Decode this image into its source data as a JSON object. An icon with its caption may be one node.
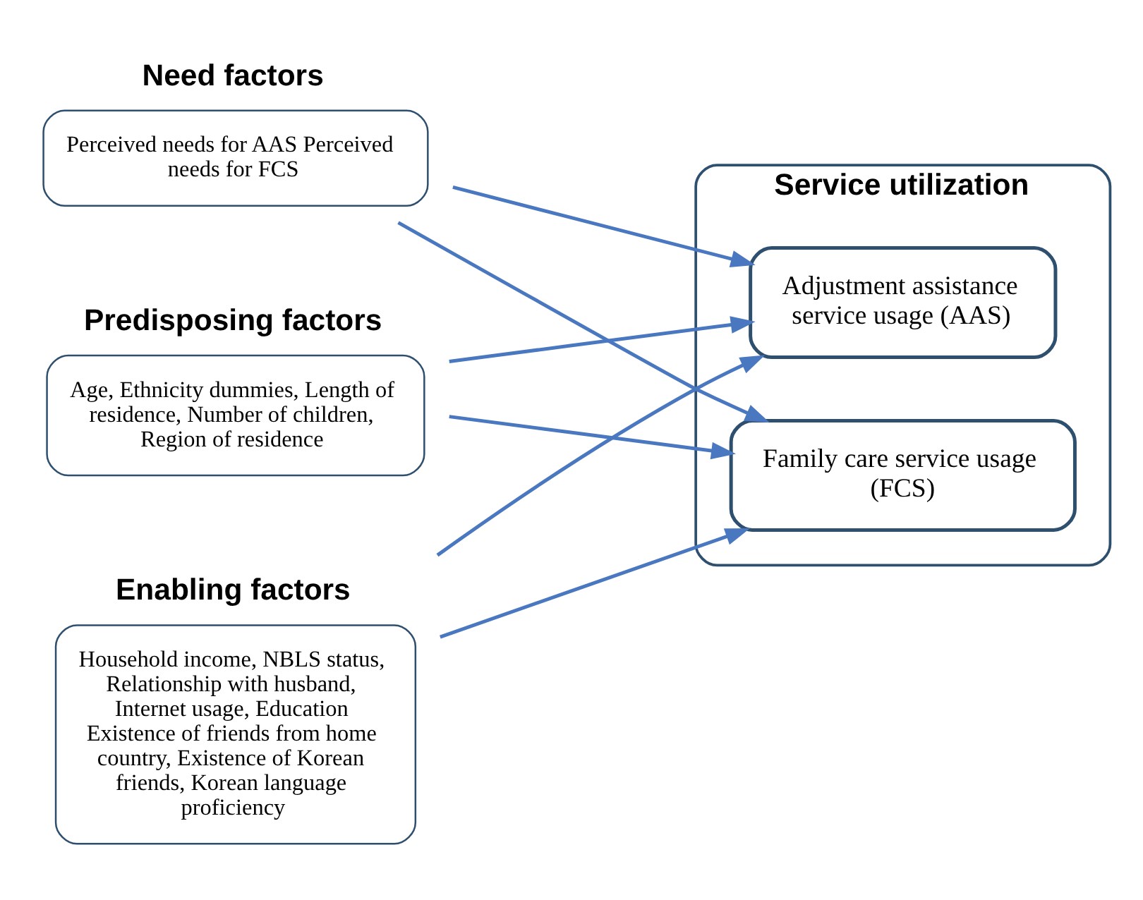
{
  "diagram": {
    "nodes": [
      {
        "text": [
          "Predisposing factors",
          "Age, Ethnicity dummies, Length of residence, Number of children, Region of residence"
        ]
      },
      {
        "text": [
          "Enabling factors",
          "Household income, NBLS status, Relationship with husband, Internet usage, Education Existence of friends from home country, Existence of Korean friends, Korean language proficiency"
        ]
      },
      {
        "text": [
          "Need factors",
          "Perceived needs for AAS Perceived needs for FCS"
        ]
      },
      {
        "text": [
          "Service utilization"
        ]
      },
      {
        "text": [
          "Adjustment assistance service usage (AAS)"
        ],
        "in": 3
      },
      {
        "text": [
          "Family care service usage (FCS)"
        ],
        "in": 3
      }
    ],
    "edges": [
      {
        "from": 0,
        "to": 4,
        "arrow": "to"
      },
      {
        "from": 0,
        "to": 5,
        "arrow": "to"
      },
      {
        "from": 1,
        "to": 4,
        "arrow": "to"
      },
      {
        "from": 1,
        "to": 5,
        "arrow": "to"
      },
      {
        "from": 2,
        "to": 4,
        "arrow": "to"
      },
      {
        "from": 2,
        "to": 5,
        "arrow": "to"
      }
    ]
  }
}
